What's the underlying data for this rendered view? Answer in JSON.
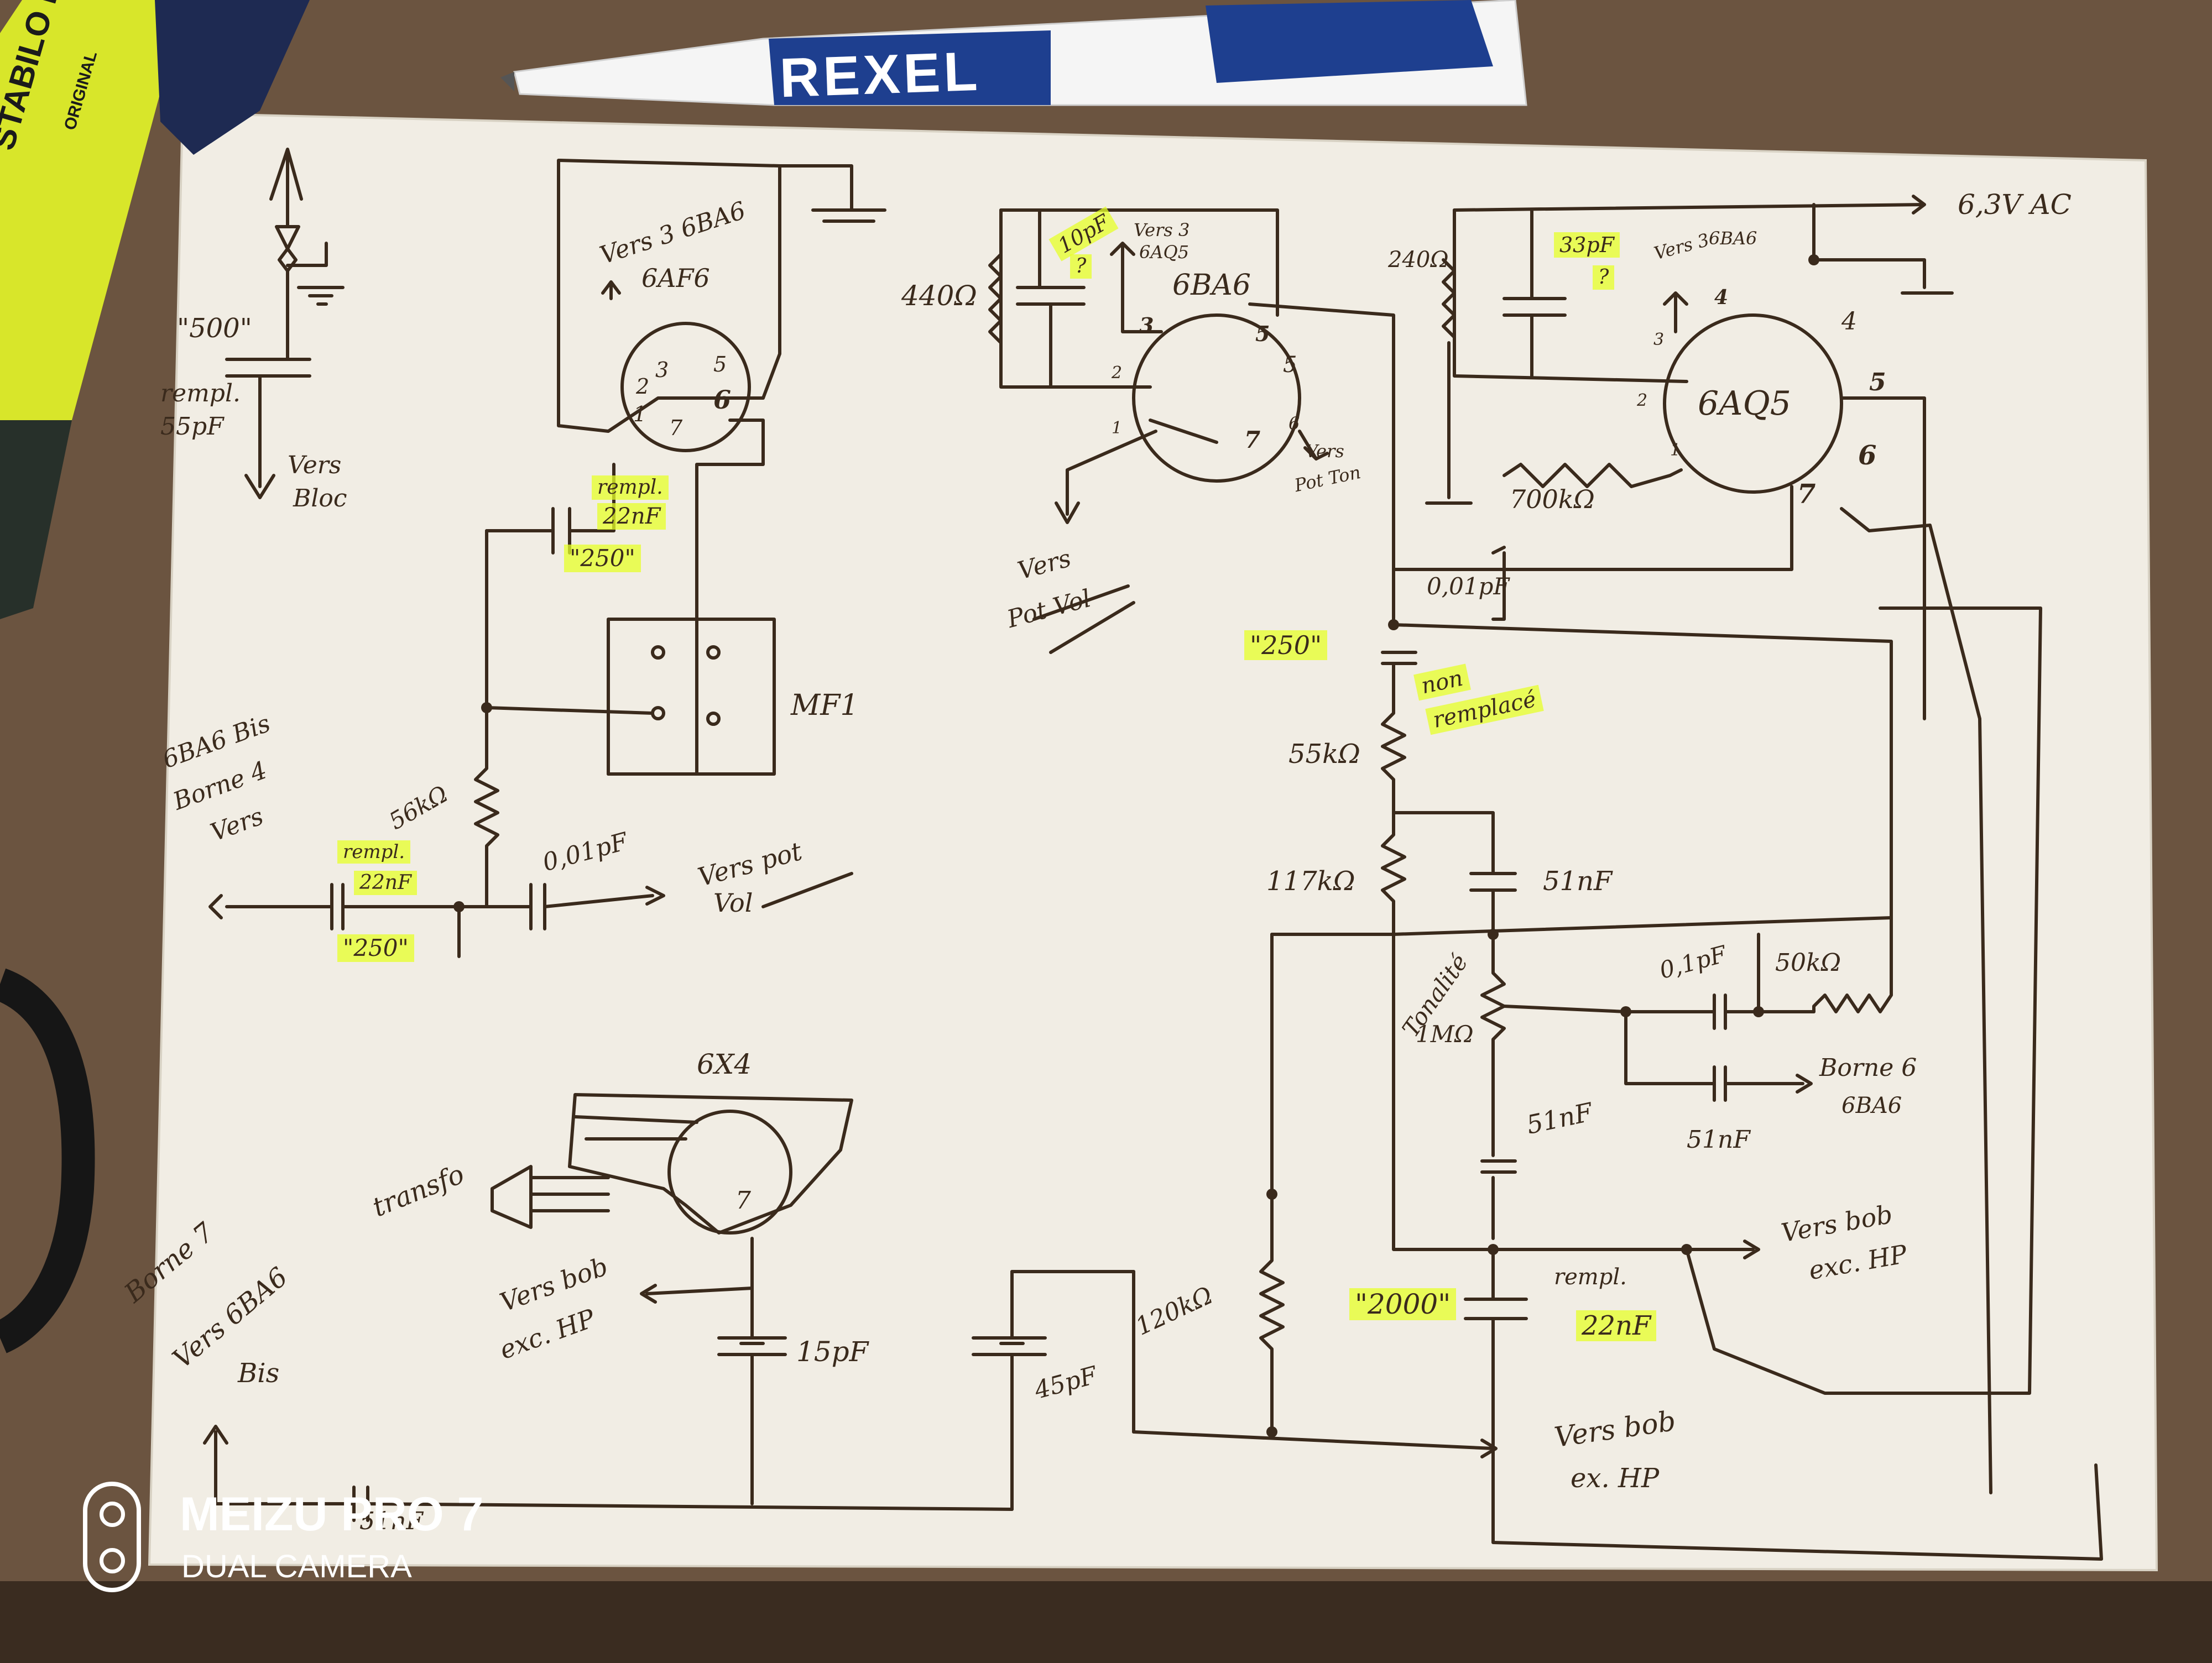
{
  "props": {
    "pen_brand": "REXEL",
    "highlighter_brand": "STABILO BOSS",
    "highlighter_sub": "ORIGINAL"
  },
  "watermark": {
    "model": "MEIZU PRO 7",
    "camera": "DUAL CAMERA"
  },
  "labels": {
    "ant_500": "\"500\"",
    "ant_rempl": "rempl.",
    "ant_55pf": "55pF",
    "ant_vers": "Vers",
    "ant_bloc": "Bloc",
    "t1_vers": "Vers 3 6BA6",
    "t1_name": "6AF6",
    "pin_1": "1",
    "pin_2": "2",
    "pin_3": "3",
    "pin_5": "5",
    "pin_6": "6",
    "pin_7": "7",
    "cap1_rempl": "rempl.",
    "cap1_val": "22nF",
    "cap1_old": "\"250\"",
    "mf1": "MF1",
    "bis_1": "6BA6 Bis",
    "bis_2": "Borne 4",
    "bis_3": "Vers",
    "r56k": "56kΩ",
    "cap2_rempl": "rempl.",
    "cap2_val": "22nF",
    "cap2_old": "\"250\"",
    "c001": "0,01pF",
    "pot_vol_1": "Vers pot",
    "pot_vol_2": "Vol",
    "t2_10pf": "10pF",
    "t2_q": "?",
    "t2_vers": "Vers 3",
    "t2_vers2": "6AQ5",
    "t2_name": "6BA6",
    "r440": "440Ω",
    "t2_pin1": "1",
    "t2_pin2": "2",
    "t2_pin3": "3",
    "t2_pin5": "5",
    "t2_pin6": "6",
    "t2_pin7": "7",
    "t2_pin8": "5",
    "pot_ton_1": "Vers",
    "pot_ton_2": "Pot Ton",
    "pot_vol2_1": "Vers",
    "pot_vol2_2": "Pot Vol",
    "r240": "240Ω",
    "t3_33pf": "33pF",
    "t3_q": "?",
    "t3_vers": "Vers 3",
    "t3_vers2": "6BA6",
    "t3_name": "6AQ5",
    "t3_p1": "1",
    "t3_p2": "2",
    "t3_p3": "3",
    "t3_p4": "4",
    "t3_p5": "5",
    "t3_p6": "6",
    "t3_p7": "7",
    "t3_4": "4",
    "v63": "6,3V AC",
    "r700k": "700kΩ",
    "c001b": "0,01pF",
    "c250b": "\"250\"",
    "non_rempl_1": "non",
    "non_rempl_2": "remplacé",
    "r55k": "55kΩ",
    "r117k": "117kΩ",
    "c51a": "51nF",
    "c01pf": "0,1pF",
    "r50k": "50kΩ",
    "tonalite": "Tonalité",
    "r1m": "1MΩ",
    "c51b": "51nF",
    "c51c": "51nF",
    "borne6_1": "Borne 6",
    "borne6_2": "6BA6",
    "hp1_1": "Vers bob",
    "hp1_2": "exc. HP",
    "c2000": "\"2000\"",
    "c22_rempl": "rempl.",
    "c22_val": "22nF",
    "r120k": "120kΩ",
    "c45a": "45pF",
    "hp2_1": "Vers bob",
    "hp2_2": "ex. HP",
    "rect_name": "6X4",
    "transfo": "transfo",
    "rect_7": "7",
    "c15pf": "15pF",
    "hp3_1": "Vers bob",
    "hp3_2": "exc. HP",
    "b7_1": "Borne 7",
    "b7_2": "Vers 6BA6",
    "b7_3": "Bis",
    "c51d": "51nF"
  },
  "colors": {
    "ink": "#3a2a1c",
    "paper": "#f1ede4",
    "highlight": "#e6ff28",
    "pen_blue": "#1e3f8f",
    "highlighter_body": "#d8e62a"
  }
}
